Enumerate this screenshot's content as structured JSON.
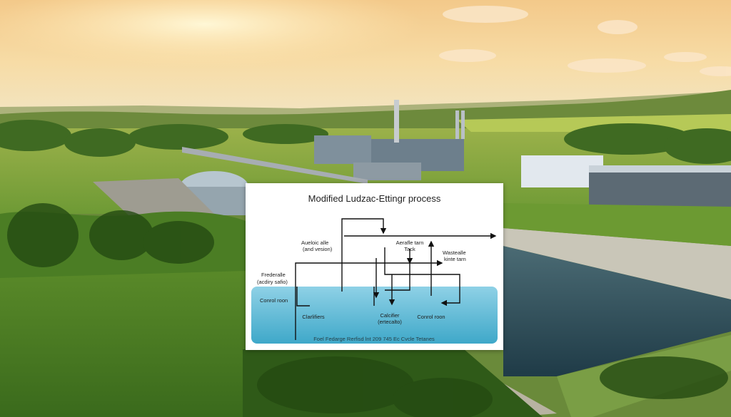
{
  "diagram": {
    "title": "Modified Ludzac-Ettingr process",
    "labels": {
      "aerobic": [
        "Aueloic alle",
        "(and vesion)"
      ],
      "aerobic_tank": [
        "Aerafle tarn",
        "Tack"
      ],
      "waste": [
        "Wastealle",
        "kinte tarn"
      ],
      "feed": [
        "Frederalle",
        "(acdiry safio)"
      ],
      "control_left": "Conrol roon",
      "clarifiers": "Clarlifiers",
      "calcifier": [
        "Calcifier",
        "(ertecalto)"
      ],
      "control_right": "Conrol roon"
    },
    "footer": "Foel Fedarge Rerfisd lnt 209 745 Ec Cvcle Tetanes"
  },
  "colors": {
    "water_top": "#8fd1e6",
    "water_bottom": "#3fa8c9",
    "sky_top": "#f6cf8f",
    "grass": "#5f8f2e"
  }
}
